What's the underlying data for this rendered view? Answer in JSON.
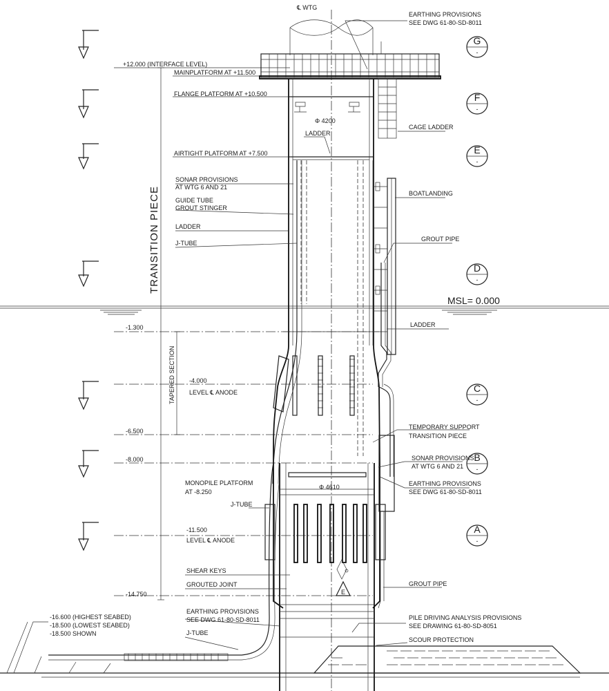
{
  "centerline": "℄ WTG",
  "earthing_top": {
    "line1": "EARTHING PROVISIONS",
    "line2": "SEE DWG 61-80-SD-8011"
  },
  "levels": {
    "interface": "+12.000 (INTERFACE LEVEL)",
    "main_platform": "MAINPLATFORM AT +11.500",
    "flange_platform": "FLANGE PLATFORM AT +10.500",
    "airtight_platform": "AIRTIGHT PLATFORM AT +7.500",
    "l_1300": "-1.300",
    "l_4000": "-4.000",
    "l_4000_sub": "LEVEL ℄ ANODE",
    "l_6500": "-6.500",
    "l_8000": "-8.000",
    "l_11500": "-11.500",
    "l_11500_sub": "LEVEL ℄ ANODE",
    "l_14750": "-14.750"
  },
  "seabed": {
    "line1": "-16.600 (HIGHEST SEABED)",
    "line2": "-18.500 (LOWEST SEABED)",
    "line3": "-18.500 SHOWN"
  },
  "msl": "MSL= 0.000",
  "dims": {
    "dia_top": "Φ 4200",
    "dia_bottom": "Φ 4610"
  },
  "transition_piece": "TRANSITION PIECE",
  "tapered_section": "TAPERED SECTION",
  "left_labels": {
    "ladder_top": "LADDER",
    "sonar1": "SONAR PROVISIONS",
    "sonar2": "AT WTG 6 AND 21",
    "guide1": "GUIDE TUBE",
    "guide2": "GROUT STINGER",
    "ladder": "LADDER",
    "jtube": "J-TUBE",
    "monopile1": "MONOPILE PLATFORM",
    "monopile2": "AT -8.250",
    "jtube2": "J-TUBE",
    "shear": "SHEAR KEYS",
    "grouted": "GROUTED JOINT",
    "earthing1": "EARTHING PROVISIONS",
    "earthing2": "SEE DWG 61-80-SD-8011",
    "jtube3": "J-TUBE"
  },
  "right_labels": {
    "cage_ladder": "CAGE LADDER",
    "boatlanding": "BOATLANDING",
    "grout_pipe": "GROUT PIPE",
    "ladder": "LADDER",
    "temp1": "TEMPORARY SUPPORT",
    "temp2": "TRANSITION PIECE",
    "sonar1": "SONAR PROVISIONS",
    "sonar2": "AT WTG 6 AND 21",
    "earth1": "EARTHING PROVISIONS",
    "earth2": "SEE DWG 61-80-SD-8011",
    "grout_pipe2": "GROUT PIPE",
    "pile1": "PILE DRIVING ANALYSIS PROVISIONS",
    "pile2": "SEE DRAWING 61-80-SD-8051",
    "scour": "SCOUR PROTECTION"
  },
  "markers": {
    "G": "G",
    "F": "F",
    "E": "E",
    "D": "D",
    "C": "C",
    "B": "B",
    "A": "A",
    "dash": "-"
  },
  "anode_mark": "E"
}
